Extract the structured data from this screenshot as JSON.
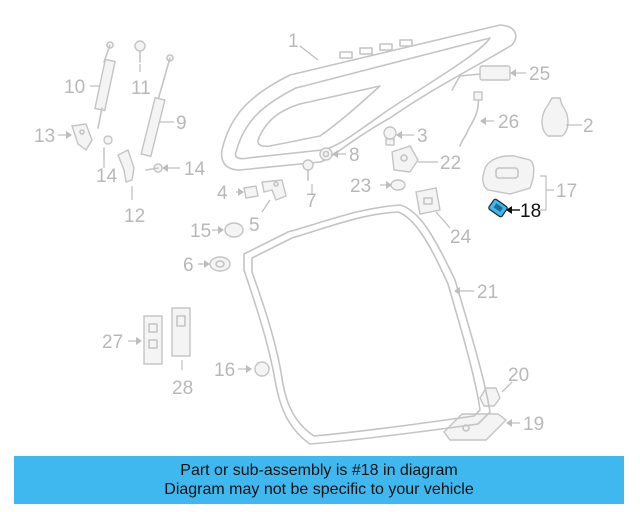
{
  "callouts": {
    "c1": "1",
    "c2": "2",
    "c3": "3",
    "c4": "4",
    "c5": "5",
    "c6": "6",
    "c7": "7",
    "c8": "8",
    "c9": "9",
    "c10": "10",
    "c11": "11",
    "c12": "12",
    "c13": "13",
    "c14a": "14",
    "c14b": "14",
    "c15": "15",
    "c16": "16",
    "c17": "17",
    "c18": "18",
    "c19": "19",
    "c20": "20",
    "c21": "21",
    "c22": "22",
    "c23": "23",
    "c24": "24",
    "c25": "25",
    "c26": "26",
    "c27": "27",
    "c28": "28"
  },
  "highlight_part": "18",
  "colors": {
    "banner": "#3fb8ef",
    "highlight": "#3fb8ef",
    "lines": "#c4c4c4"
  },
  "banner": {
    "line1": "Part or sub-assembly is #18 in diagram",
    "line2": "Diagram may not be specific to your vehicle"
  }
}
